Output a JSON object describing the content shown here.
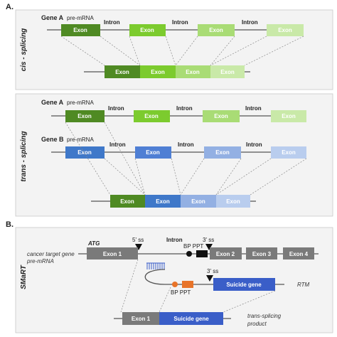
{
  "panel_a": {
    "letter": "A.",
    "cis_label": "cis - splicing",
    "trans_label": "trans - splicing",
    "gene_a": "Gene A",
    "gene_b": "Gene B",
    "pre_mrna": "pre-mRNA",
    "intron": "Intron",
    "exon": "Exon"
  },
  "panel_b": {
    "letter": "B.",
    "side_label": "SMaRT",
    "atg": "ATG",
    "five_ss": "5' ss",
    "three_ss": "3' ss",
    "intron": "Intron",
    "bp_ppt": "BP PPT",
    "exon_1": "Exon 1",
    "exon_2": "Exon 2",
    "exon_3": "Exon 3",
    "exon_4": "Exon 4",
    "cancer_gene_line1": "cancer target gene",
    "cancer_gene_line2": "pre-mRNA",
    "suicide_gene": "Suicide gene",
    "rtm": "RTM",
    "product_line1": "trans-splicing",
    "product_line2": "product"
  },
  "colors": {
    "green_1": "#4f8a23",
    "green_2": "#7ccb2e",
    "green_3": "#a9dc75",
    "green_4": "#c9e9a8",
    "blue_1": "#3f78c9",
    "blue_2": "#4f7fd4",
    "blue_3": "#93b0e3",
    "blue_4": "#b9cdee",
    "grey_exon": "#7a7a7a",
    "suicide_blue": "#3a5ec8",
    "orange": "#e8742a",
    "panel_bg": "#f3f3f3"
  }
}
